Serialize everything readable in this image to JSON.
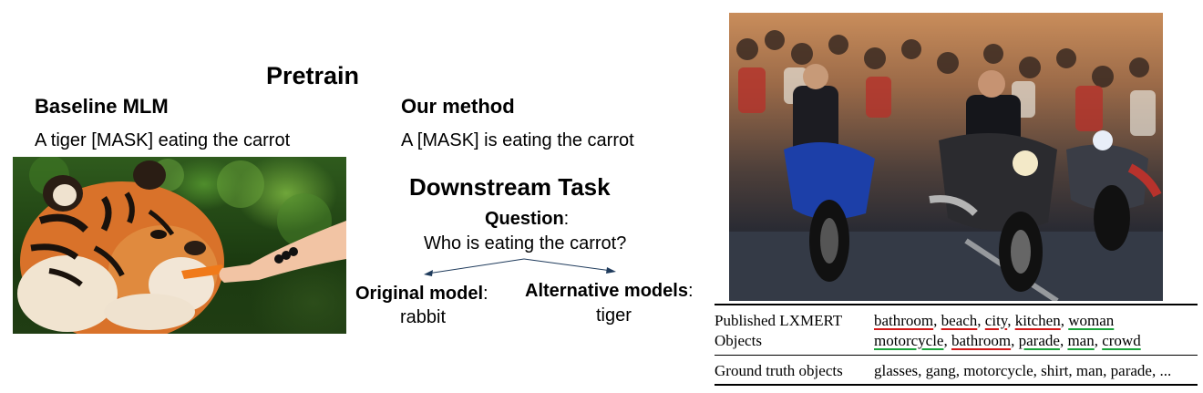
{
  "pretrain": {
    "title": "Pretrain",
    "baseline": {
      "heading": "Baseline MLM",
      "sentence": "A tiger [MASK] eating the carrot"
    },
    "ours": {
      "heading": "Our method",
      "sentence": "A [MASK] is eating the carrot"
    }
  },
  "downstream": {
    "title": "Downstream Task",
    "question_label": "Question",
    "question_colon": ":",
    "question_text": "Who is eating the carrot?",
    "original": {
      "label": "Original model",
      "colon": ":",
      "answer": "rabbit"
    },
    "alternative": {
      "label": "Alternative models",
      "colon": ":",
      "answer": "tiger"
    }
  },
  "table": {
    "row1": {
      "header_line1": "Published LXMERT",
      "header_line2": "Objects",
      "line1": [
        {
          "text": "bathroom",
          "mark": "red"
        },
        {
          "text": ", ",
          "mark": ""
        },
        {
          "text": "beach",
          "mark": "red"
        },
        {
          "text": ", ",
          "mark": ""
        },
        {
          "text": "city",
          "mark": "red"
        },
        {
          "text": ", ",
          "mark": ""
        },
        {
          "text": "kitchen",
          "mark": "red"
        },
        {
          "text": ", ",
          "mark": ""
        },
        {
          "text": "woman",
          "mark": "green"
        }
      ],
      "line2": [
        {
          "text": "motorcycle",
          "mark": "green"
        },
        {
          "text": ", ",
          "mark": ""
        },
        {
          "text": "bathroom",
          "mark": "red"
        },
        {
          "text": ", ",
          "mark": ""
        },
        {
          "text": "parade",
          "mark": "green"
        },
        {
          "text": ", ",
          "mark": ""
        },
        {
          "text": "man",
          "mark": "green"
        },
        {
          "text": ", ",
          "mark": ""
        },
        {
          "text": "crowd",
          "mark": "green"
        }
      ]
    },
    "row2": {
      "header": "Ground truth objects",
      "value": "glasses, gang, motorcycle, shirt, man, parade, ..."
    }
  },
  "colors": {
    "wrong": "#d21a1a",
    "right": "#1aa33a",
    "arrow": "#1f3b5c"
  }
}
